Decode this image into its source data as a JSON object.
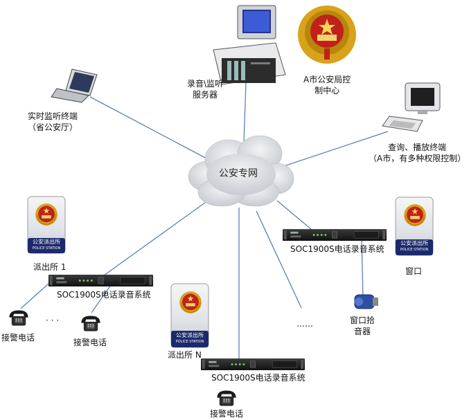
{
  "cloud": {
    "label": "公安专网"
  },
  "nodes": {
    "recording_server": {
      "line1": "录音\\监听",
      "line2": "服务器"
    },
    "control_center": {
      "line1": "A市公安局控",
      "line2": "制中心"
    },
    "monitor_terminal": {
      "line1": "实时监听终端",
      "line2": "（省公安厅）"
    },
    "playback_terminal": {
      "line1": "查询、播放终端",
      "line2": "（A市，有多种权限控制）"
    },
    "station_1": {
      "label": "派出所 1",
      "sign_title": "公安派出所",
      "sign_sub": "POLICE STATION"
    },
    "station_n": {
      "label": "派出所 N",
      "sign_title": "公安派出所",
      "sign_sub": "POLICE STATION"
    },
    "window_station": {
      "label": "窗口",
      "sign_title": "公安派出所",
      "sign_sub": "POLICE STATION"
    },
    "window_mic": {
      "line1": "窗口拾",
      "line2": "音器"
    }
  },
  "devices": {
    "recorder_1": {
      "label": "SOC1900S电话录音系统"
    },
    "recorder_n": {
      "label": "SOC1900S电话录音系统"
    },
    "recorder_window": {
      "label": "SOC1900S电话录音系统"
    }
  },
  "phones": {
    "phone_1a": {
      "label": "接警电话"
    },
    "phone_1b": {
      "label": "接警电话"
    },
    "phone_n": {
      "label": "接警电话"
    },
    "ellipsis_phones": "· · ·",
    "ellipsis_stations": "……"
  },
  "colors": {
    "line": "#5b7fb8",
    "cloud": "#d9dde3",
    "device": "#222222",
    "badge_red": "#c0211b",
    "badge_gold": "#d8a21a"
  }
}
